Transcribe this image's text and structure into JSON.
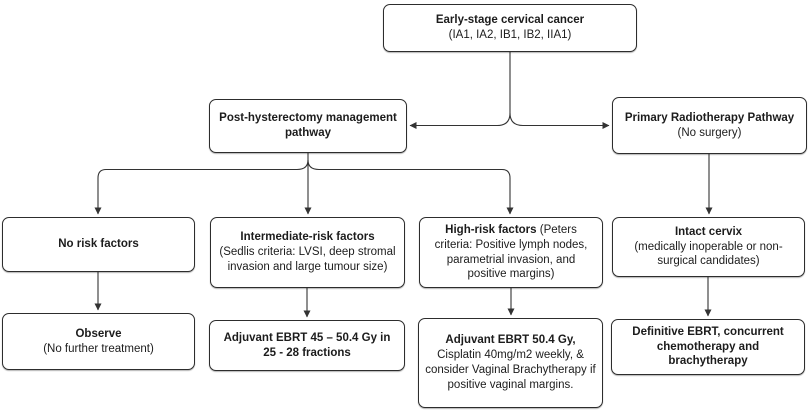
{
  "colors": {
    "background": "#ffffff",
    "node_fill": "#ffffff",
    "node_border": "#2d2d2d",
    "connector": "#333333",
    "text": "#1c1c1c"
  },
  "nodes": {
    "early_stage": {
      "title": "Early-stage cervical cancer",
      "detail": "(IA1, IA2, IB1, IB2, IIA1)"
    },
    "post_hysterectomy": {
      "title": "Post-hysterectomy management pathway"
    },
    "primary_radiotherapy": {
      "title": "Primary Radiotherapy Pathway",
      "detail": "(No surgery)"
    },
    "no_risk": {
      "title": "No risk factors"
    },
    "intermediate_risk": {
      "title": "Intermediate-risk factors",
      "detail": "(Sedlis criteria: LVSI, deep stromal invasion and large tumour size)"
    },
    "high_risk": {
      "title": "High-risk factors ",
      "detail": "(Peters criteria: Positive lymph nodes, parametrial invasion, and positive margins)"
    },
    "intact_cervix": {
      "title": "Intact cervix",
      "detail": "(medically inoperable or non-surgical candidates)"
    },
    "observe": {
      "title": "Observe",
      "detail": "(No further treatment)"
    },
    "adjuvant_ebrt_intermediate": {
      "title": "Adjuvant EBRT 45 – 50.4 Gy in 25 - 28 fractions"
    },
    "adjuvant_ebrt_high": {
      "title": "Adjuvant EBRT 50.4 Gy,",
      "detail": "Cisplatin 40mg/m2 weekly, & consider Vaginal Brachytherapy if positive vaginal margins."
    },
    "definitive_ebrt": {
      "title": "Definitive EBRT, concurrent chemotherapy and brachytherapy"
    }
  }
}
